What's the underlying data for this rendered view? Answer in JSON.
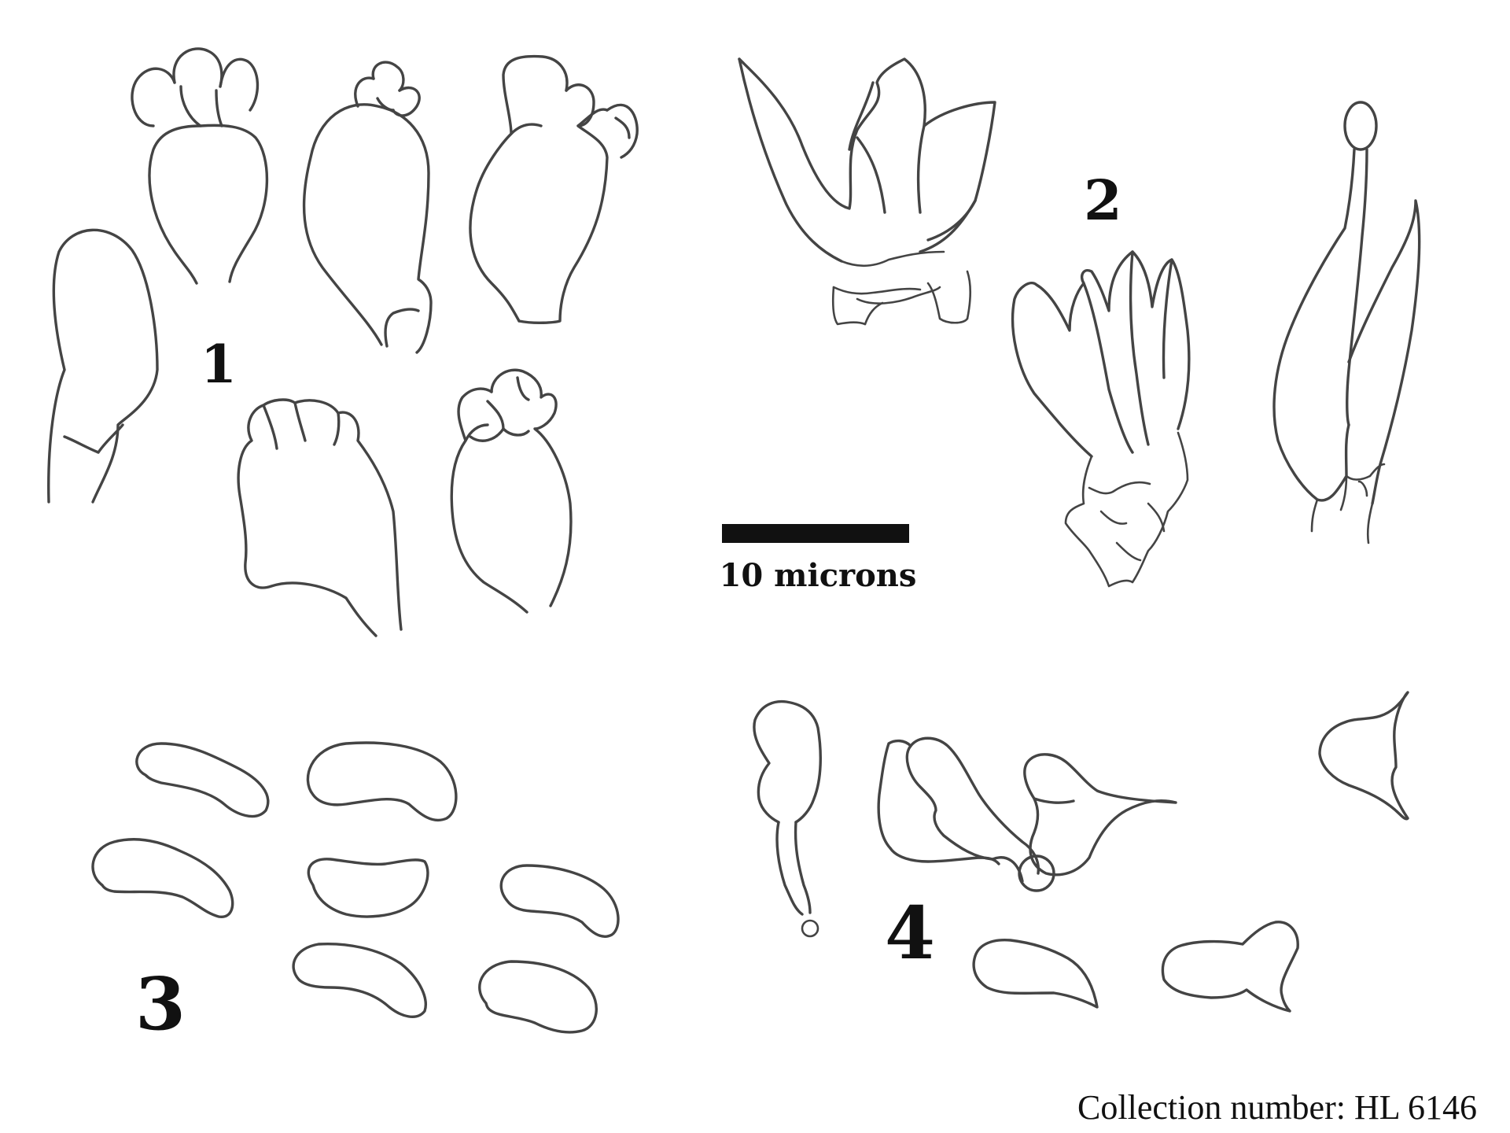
{
  "figure_labels": {
    "basidia": "1",
    "hymenial_cells": "2",
    "spores": "3",
    "cells": "4"
  },
  "scale_bar": {
    "label": "10 microns"
  },
  "collection": {
    "text": "Collection number: HL 6146"
  },
  "colors": {
    "ink": "#444444",
    "text": "#111111",
    "background": "#ffffff"
  }
}
